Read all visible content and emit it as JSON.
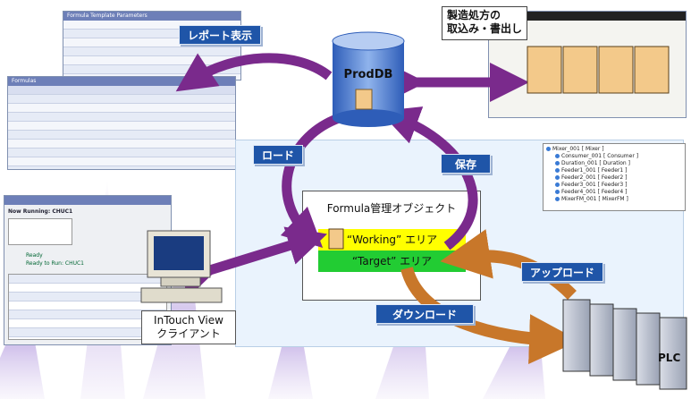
{
  "labels": {
    "report": "レポート表示",
    "load": "ロード",
    "save": "保存",
    "upload": "アップロード",
    "download": "ダウンロード"
  },
  "notes": {
    "recipe_io_line1": "製造処方の",
    "recipe_io_line2": "取込み・書出し",
    "intouch_line1": "InTouch View",
    "intouch_line2": "クライアント"
  },
  "db": {
    "label": "ProdDB"
  },
  "formula_object": {
    "title": "Formula管理オブジェクト",
    "working": "“Working” エリア",
    "target": "“Target” エリア"
  },
  "plc": {
    "label": "PLC"
  },
  "screenshots": {
    "params_title": "Formula Template Parameters",
    "formulas_title": "Formulas",
    "ui_title": "Now Running: CHUC1",
    "ready": "Ready",
    "ready_to_run": "Ready to Run: CHUC1"
  },
  "tree": {
    "root": "Mixer_001 [ Mixer ]",
    "items": [
      "Consumer_001 [ Consumer ]",
      "Duration_001 [ Duration ]",
      "Feeder1_001 [ Feeder1 ]",
      "Feeder2_001 [ Feeder2 ]",
      "Feeder3_001 [ Feeder3 ]",
      "Feeder4_001 [ Feeder4 ]",
      "MixerFM_001 [ MixerFM ]"
    ]
  },
  "colors": {
    "arrow_purple": "#7a2a8c",
    "arrow_orange": "#c8772a",
    "label_blue": "#1f55a8",
    "panel_bg": "#eaf3fd"
  }
}
